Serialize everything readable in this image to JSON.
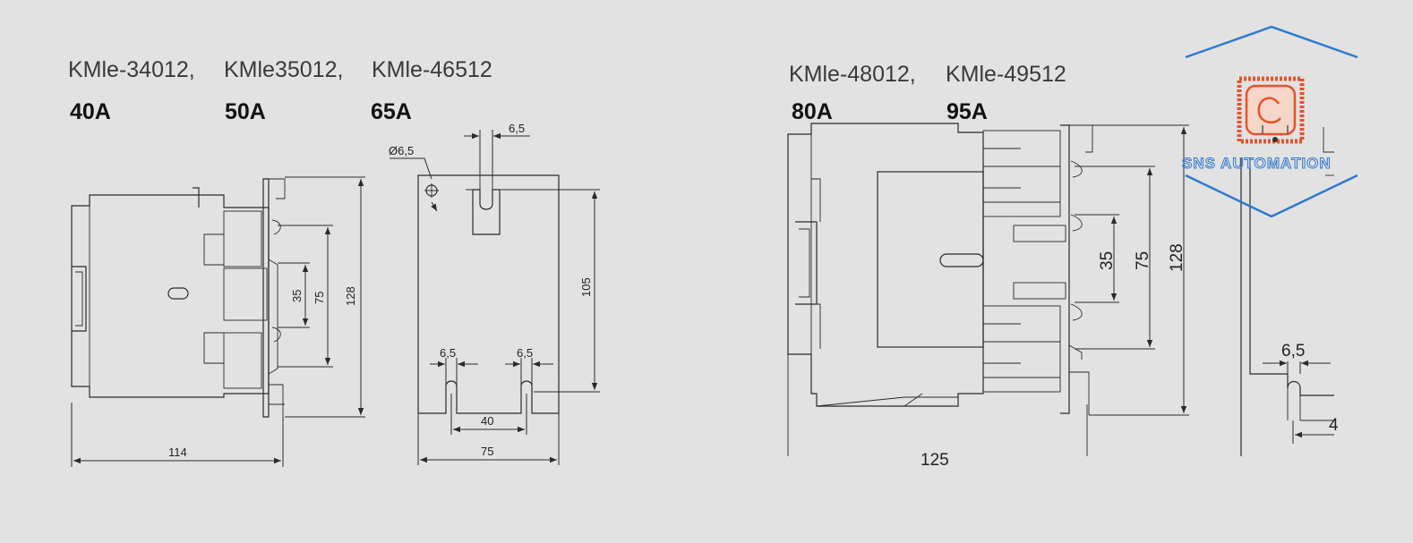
{
  "left_group": {
    "models": [
      {
        "model": "KMle-34012,",
        "rating": "40A"
      },
      {
        "model": "KMle35012,",
        "rating": "50A"
      },
      {
        "model": "KMle-46512",
        "rating": "65A"
      }
    ],
    "dims": {
      "width": "114",
      "height_total": "128",
      "rail_75": "75",
      "rail_35": "35",
      "hole_dia": "Ø6,5",
      "slot_top": "6,5",
      "height_105": "105",
      "slot_left": "6,5",
      "slot_right": "6,5",
      "slot_spacing": "40",
      "base_width": "75"
    }
  },
  "right_group": {
    "models": [
      {
        "model": "KMle-48012,",
        "rating": "80A"
      },
      {
        "model": "KMle-49512",
        "rating": "95A"
      }
    ],
    "dims": {
      "rail_35": "35",
      "rail_75": "75",
      "height_total": "128",
      "slot": "6,5",
      "width_partial": "125",
      "cut_partial": "4"
    }
  },
  "watermark": {
    "text": "SNS AUTOMATION",
    "color_blue": "#2f79d0",
    "color_orange": "#e8522a"
  }
}
